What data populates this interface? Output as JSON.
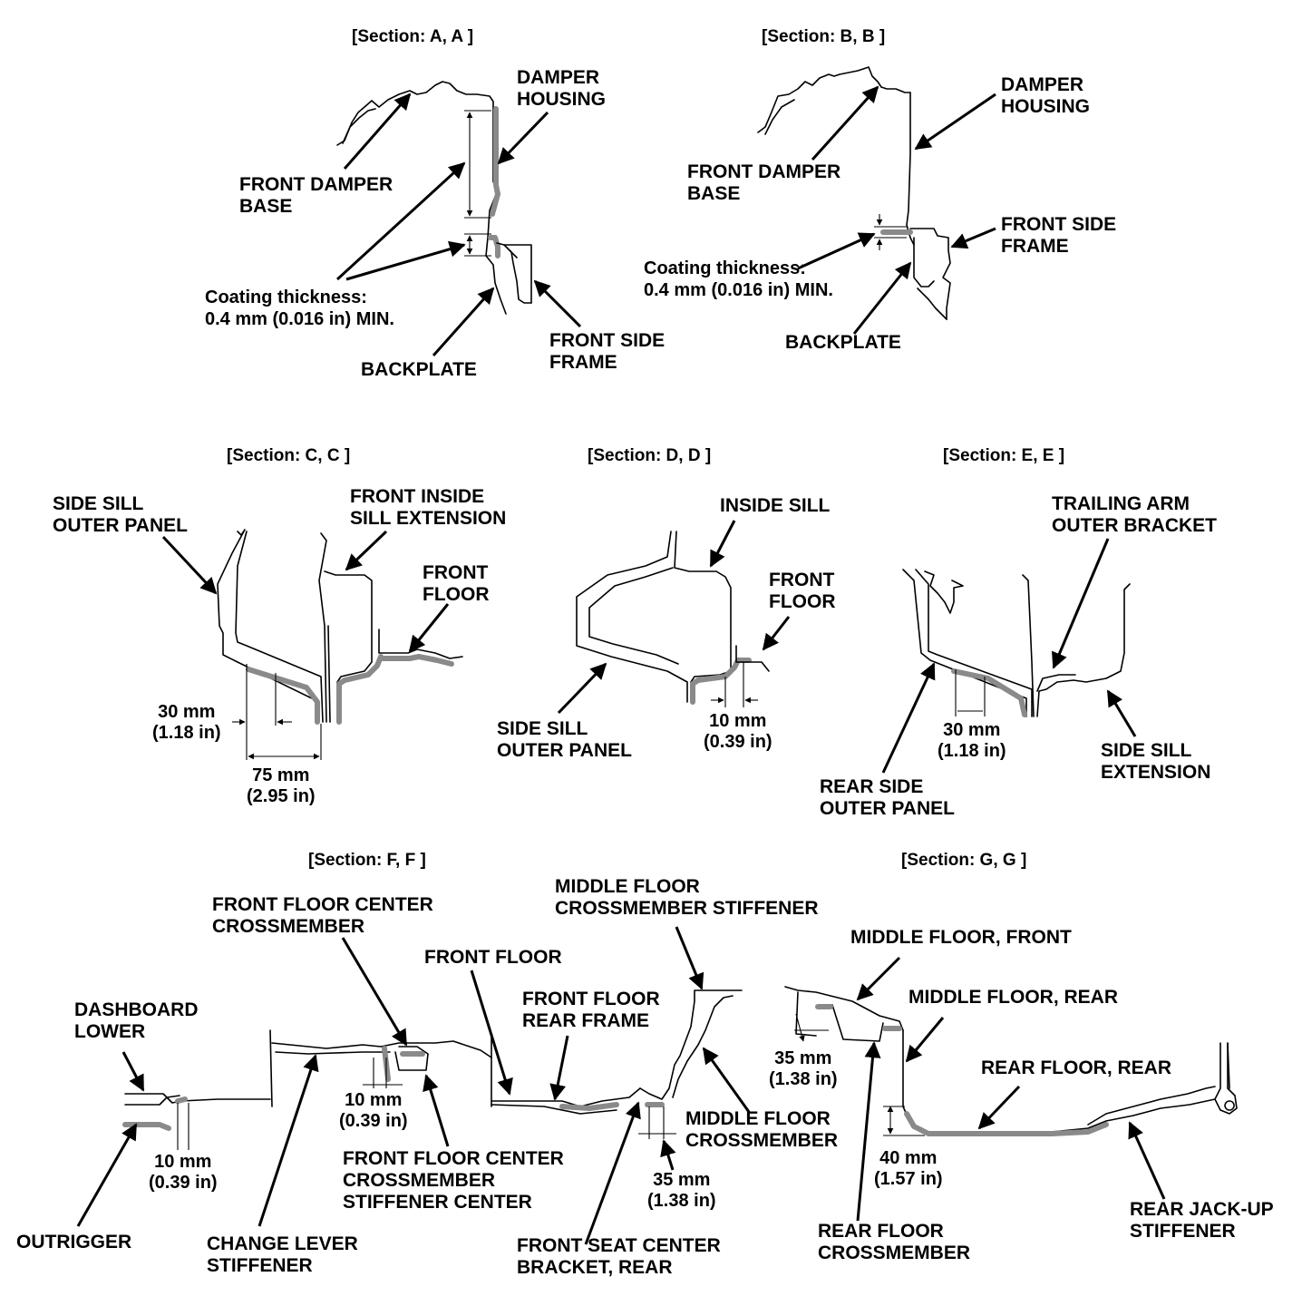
{
  "colors": {
    "line": "#000000",
    "coating": "#8a8a8a",
    "background": "#ffffff"
  },
  "sections": {
    "a": {
      "title": "[Section: A, A ]",
      "damper_housing": "DAMPER\nHOUSING",
      "front_damper_base": "FRONT DAMPER\nBASE",
      "coating": "Coating thickness:\n0.4 mm (0.016 in) MIN.",
      "backplate": "BACKPLATE",
      "front_side_frame": "FRONT SIDE\nFRAME"
    },
    "b": {
      "title": "[Section: B, B ]",
      "damper_housing": "DAMPER\nHOUSING",
      "front_damper_base": "FRONT DAMPER\nBASE",
      "front_side_frame": "FRONT SIDE\nFRAME",
      "coating": "Coating thickness:\n0.4 mm (0.016 in) MIN.",
      "backplate": "BACKPLATE"
    },
    "c": {
      "title": "[Section: C, C ]",
      "side_sill_outer": "SIDE SILL\nOUTER PANEL",
      "front_inside_sill_ext": "FRONT INSIDE\nSILL EXTENSION",
      "front_floor": "FRONT\nFLOOR",
      "dim_30": "30 mm\n(1.18 in)",
      "dim_75": "75 mm\n(2.95 in)"
    },
    "d": {
      "title": "[Section: D, D ]",
      "inside_sill": "INSIDE SILL",
      "front_floor": "FRONT\nFLOOR",
      "side_sill_outer": "SIDE SILL\nOUTER PANEL",
      "dim_10": "10 mm\n(0.39 in)"
    },
    "e": {
      "title": "[Section: E, E ]",
      "trailing_arm": "TRAILING ARM\nOUTER BRACKET",
      "dim_30": "30 mm\n(1.18 in)",
      "side_sill_ext": "SIDE SILL\nEXTENSION",
      "rear_side_outer": "REAR SIDE\nOUTER PANEL"
    },
    "f": {
      "title": "[Section: F, F ]",
      "middle_floor_cm_stiffener": "MIDDLE FLOOR\nCROSSMEMBER STIFFENER",
      "front_floor_center_cm": "FRONT FLOOR CENTER\nCROSSMEMBER",
      "front_floor": "FRONT FLOOR",
      "front_floor_rear_frame": "FRONT FLOOR\nREAR FRAME",
      "dashboard_lower": "DASHBOARD\nLOWER",
      "dim_10a": "10 mm\n(0.39 in)",
      "middle_floor_cm": "MIDDLE FLOOR\nCROSSMEMBER",
      "dim_10b": "10 mm\n(0.39 in)",
      "ffcc_stiffener_center": "FRONT FLOOR CENTER\nCROSSMEMBER\nSTIFFENER CENTER",
      "dim_35": "35 mm\n(1.38 in)",
      "outrigger": "OUTRIGGER",
      "change_lever_stiffener": "CHANGE LEVER\nSTIFFENER",
      "front_seat_center_bracket": "FRONT SEAT CENTER\nBRACKET, REAR"
    },
    "g": {
      "title": "[Section: G, G ]",
      "middle_floor_front": "MIDDLE FLOOR, FRONT",
      "middle_floor_rear": "MIDDLE FLOOR, REAR",
      "rear_floor_rear": "REAR FLOOR, REAR",
      "dim_35": "35 mm\n(1.38 in)",
      "dim_40": "40 mm\n(1.57 in)",
      "rear_floor_cm": "REAR FLOOR\nCROSSMEMBER",
      "rear_jackup_stiffener": "REAR JACK-UP\nSTIFFENER"
    }
  }
}
